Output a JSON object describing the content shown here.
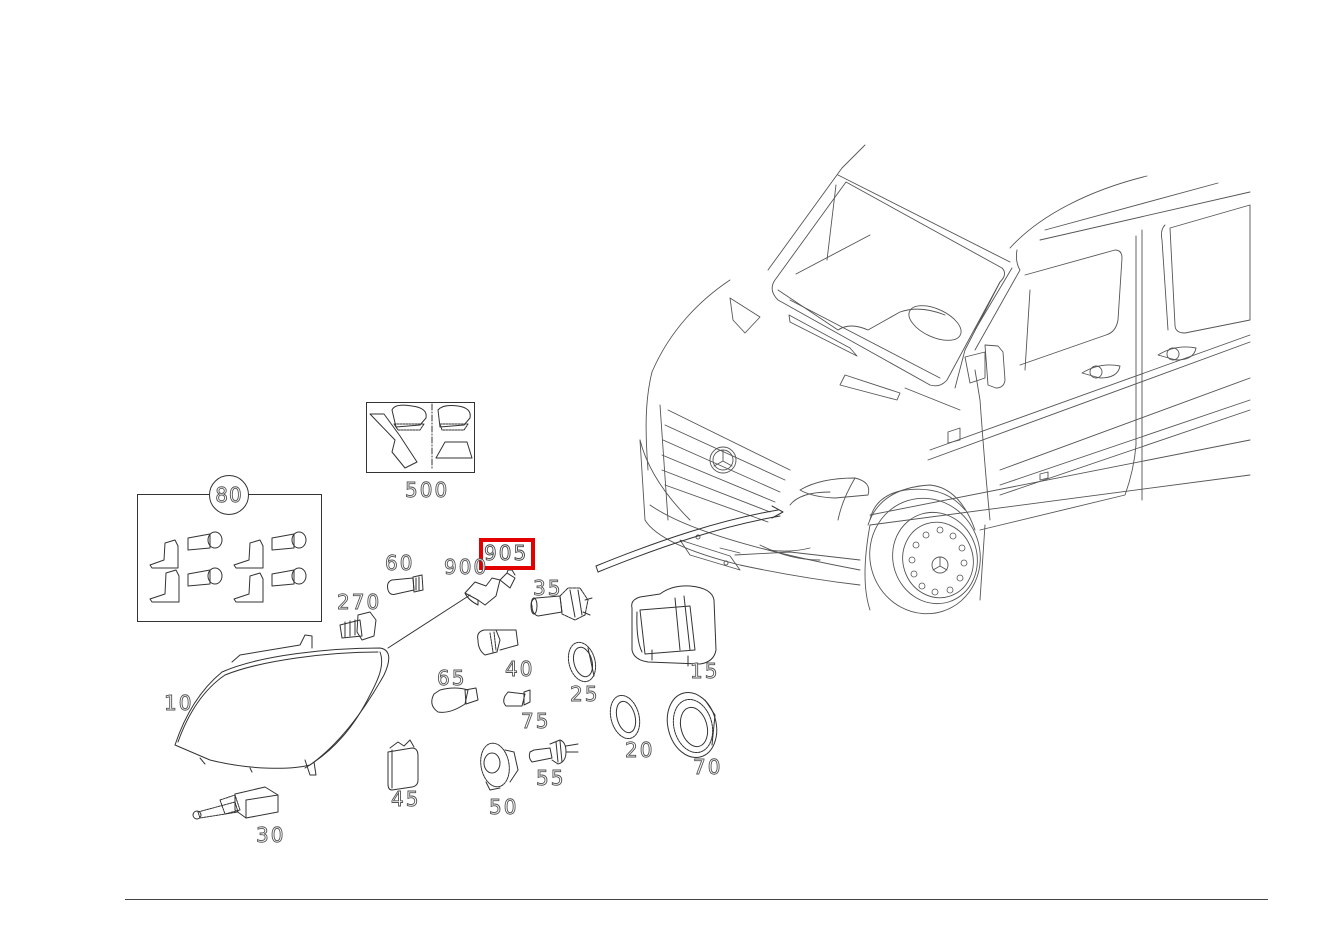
{
  "diagram": {
    "type": "exploded parts diagram",
    "subject": "Headlamp assembly, left, with van location view",
    "highlighted_part": "905",
    "highlight_color": "#e30000",
    "parts": [
      {
        "id": "p10",
        "label": "10",
        "desc": "headlamp housing"
      },
      {
        "id": "p15",
        "label": "15",
        "desc": "rear cover cap"
      },
      {
        "id": "p20",
        "label": "20",
        "desc": "retaining ring small"
      },
      {
        "id": "p25",
        "label": "25",
        "desc": "retaining ring"
      },
      {
        "id": "p30",
        "label": "30",
        "desc": "leveling motor"
      },
      {
        "id": "p35",
        "label": "35",
        "desc": "bulb H7 with holder"
      },
      {
        "id": "p40",
        "label": "40",
        "desc": "bulb socket"
      },
      {
        "id": "p45",
        "label": "45",
        "desc": "control unit"
      },
      {
        "id": "p50",
        "label": "50",
        "desc": "bulb holder"
      },
      {
        "id": "p55",
        "label": "55",
        "desc": "bulb H1"
      },
      {
        "id": "p60",
        "label": "60",
        "desc": "wedge bulb"
      },
      {
        "id": "p65",
        "label": "65",
        "desc": "indicator bulb"
      },
      {
        "id": "p70",
        "label": "70",
        "desc": "cover ring large"
      },
      {
        "id": "p75",
        "label": "75",
        "desc": "small wedge bulb"
      },
      {
        "id": "p80",
        "label": "80",
        "desc": "repair kit brackets and screws"
      },
      {
        "id": "p270",
        "label": "270",
        "desc": "screw"
      },
      {
        "id": "p500",
        "label": "500",
        "desc": "protective film set"
      },
      {
        "id": "p900",
        "label": "900",
        "desc": "bulb socket connector"
      },
      {
        "id": "p905",
        "label": "905",
        "desc": "bulb"
      }
    ]
  }
}
